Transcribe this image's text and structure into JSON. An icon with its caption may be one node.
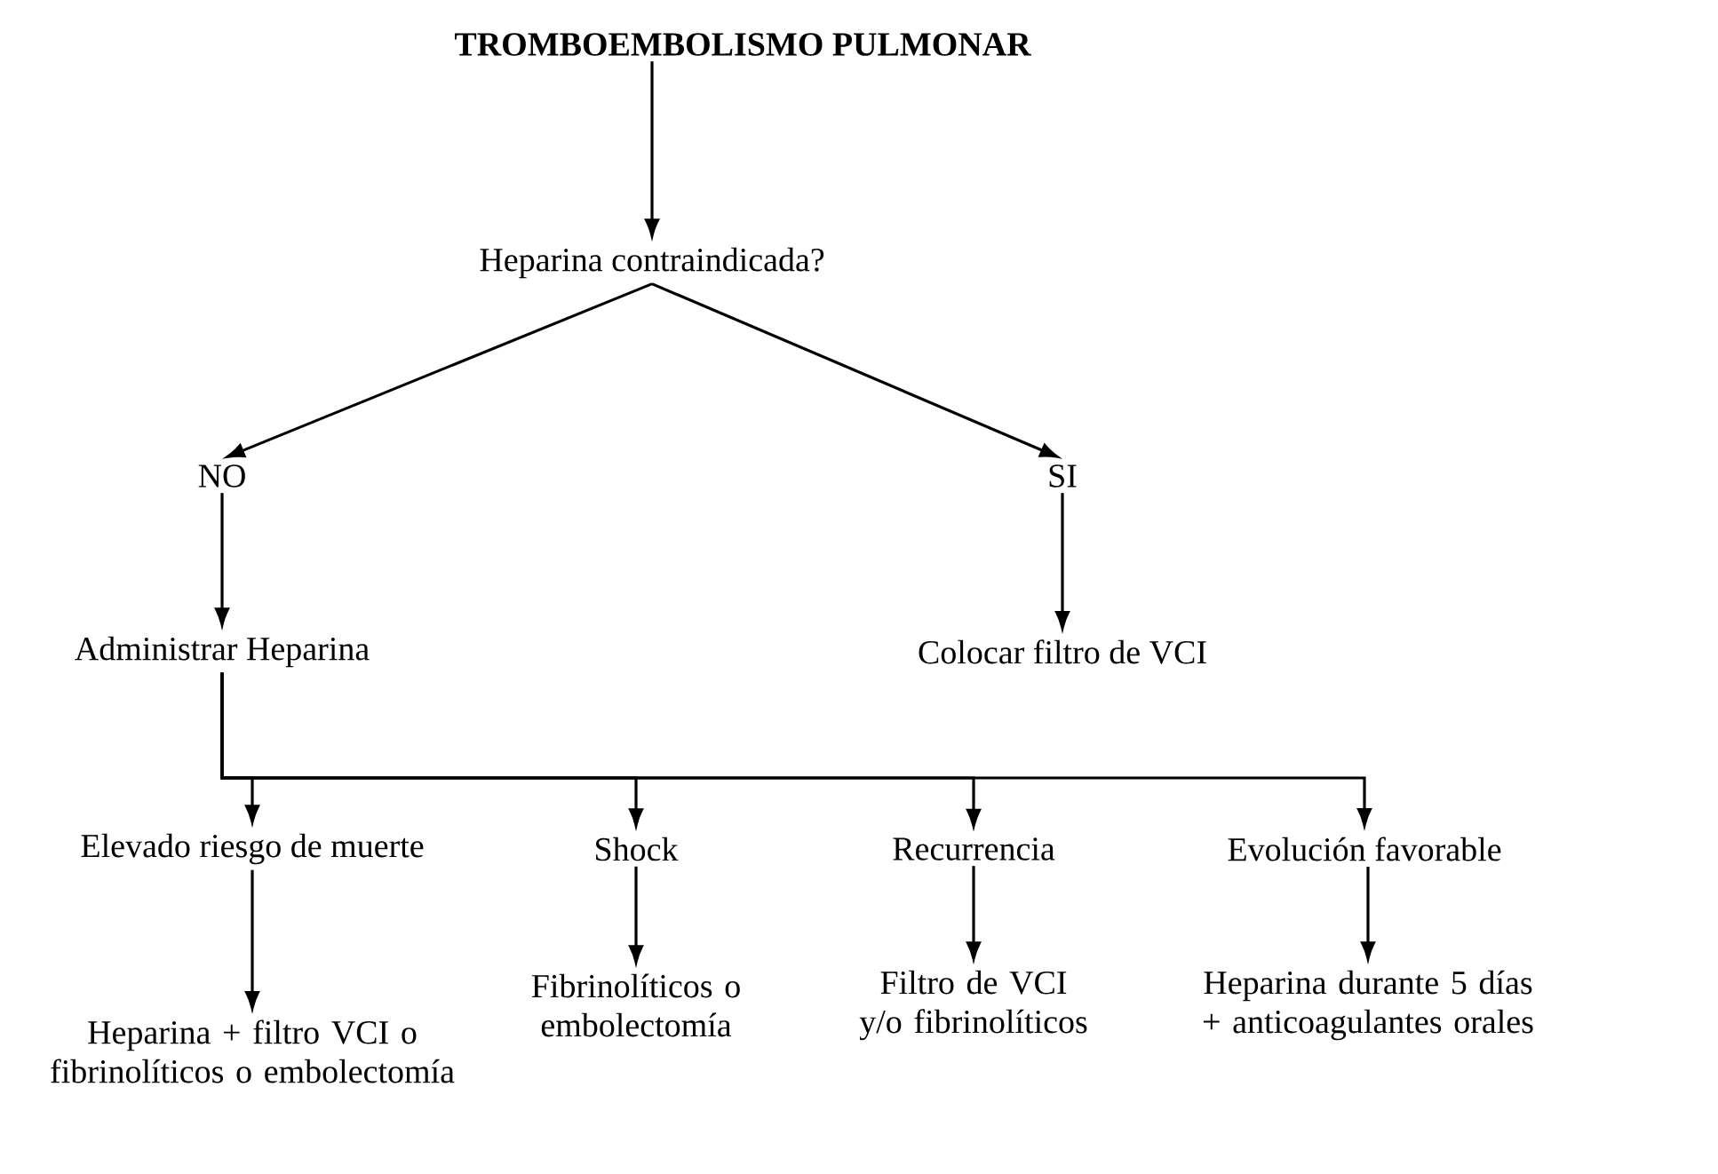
{
  "diagram": {
    "nodes": [
      {
        "text": [
          "TROMBOEMBOLISMO PULMONAR"
        ]
      },
      {
        "text": [
          "Heparina contraindicada?"
        ]
      },
      {
        "text": [
          "NO"
        ]
      },
      {
        "text": [
          "SI"
        ]
      },
      {
        "text": [
          "Administrar Heparina"
        ]
      },
      {
        "text": [
          "Colocar filtro de VCI"
        ]
      },
      {
        "text": [
          "Elevado riesgo de muerte"
        ]
      },
      {
        "text": [
          "Shock"
        ]
      },
      {
        "text": [
          "Recurrencia"
        ]
      },
      {
        "text": [
          "Evolución favorable"
        ]
      },
      {
        "text": [
          "Heparina + filtro VCI o fibrinolíticos o embolectomía"
        ]
      },
      {
        "text": [
          "Fibrinolíticos o embolectomía"
        ]
      },
      {
        "text": [
          "Filtro de VCI y/o fibrinolíticos"
        ]
      },
      {
        "text": [
          "Heparina durante 5 días + anticoagulantes orales"
        ]
      }
    ],
    "edges": [
      {
        "from": 0,
        "to": 1,
        "arrow": "to"
      },
      {
        "from": 1,
        "to": 2,
        "arrow": "to"
      },
      {
        "from": 1,
        "to": 3,
        "arrow": "to"
      },
      {
        "from": 2,
        "to": 4,
        "arrow": "to"
      },
      {
        "from": 3,
        "to": 5,
        "arrow": "to"
      },
      {
        "from": 4,
        "to": 6,
        "arrow": "to"
      },
      {
        "from": 4,
        "to": 7,
        "arrow": "to"
      },
      {
        "from": 4,
        "to": 8,
        "arrow": "to"
      },
      {
        "from": 4,
        "to": 9,
        "arrow": "to"
      },
      {
        "from": 6,
        "to": 10,
        "arrow": "to"
      },
      {
        "from": 7,
        "to": 11,
        "arrow": "to"
      },
      {
        "from": 8,
        "to": 12,
        "arrow": "to"
      },
      {
        "from": 9,
        "to": 13,
        "arrow": "to"
      }
    ]
  }
}
